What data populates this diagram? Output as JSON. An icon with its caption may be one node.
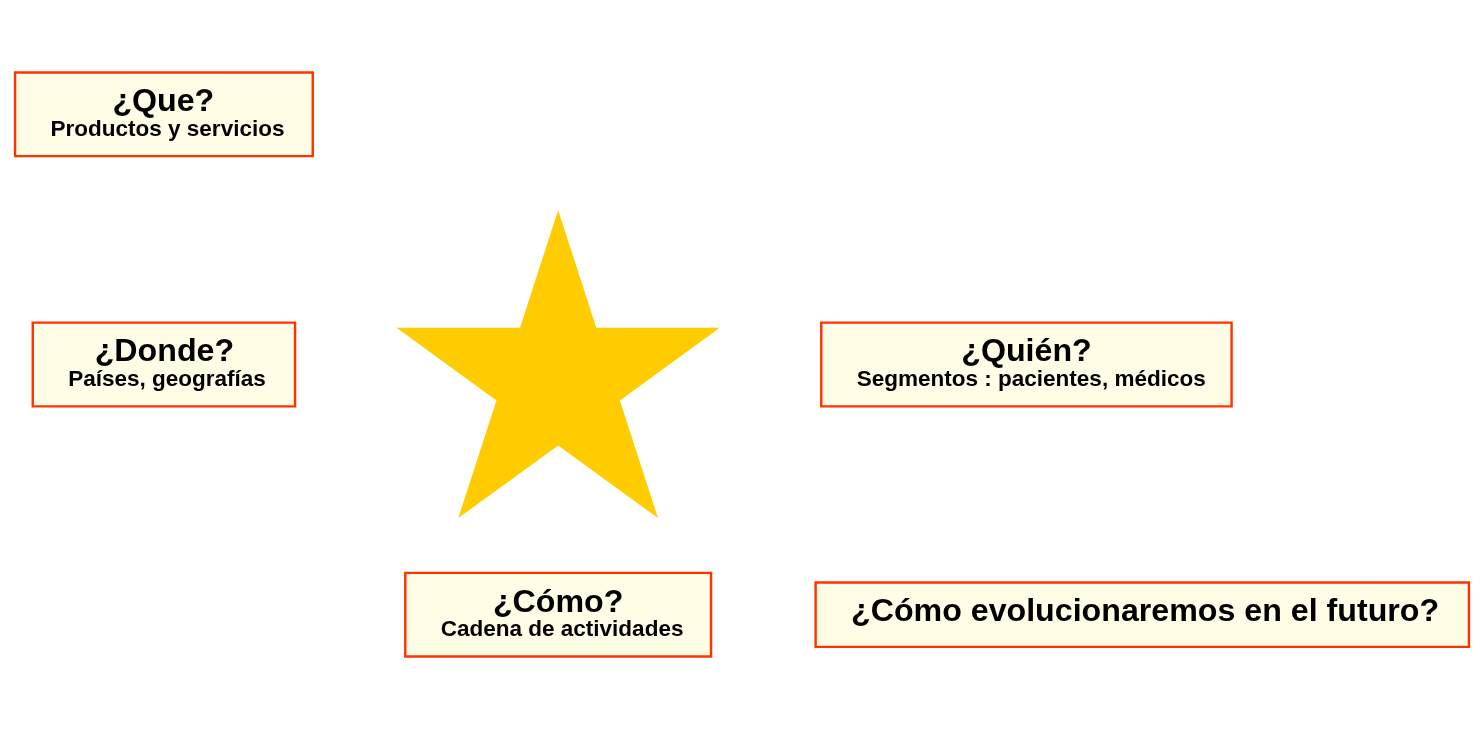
{
  "diagram": {
    "nodes": [
      {
        "text": [
          "¿Que?",
          "Productos y servicios"
        ]
      },
      {
        "text": [
          "¿Donde?",
          "Países, geografías"
        ]
      },
      {
        "text": [],
        "shape": "star"
      },
      {
        "text": [
          "¿Quién?",
          "Segmentos : pacientes, médicos"
        ]
      },
      {
        "text": [
          "¿Cómo?",
          "Cadena de actividades"
        ]
      },
      {
        "text": [
          "¿Cómo evolucionaremos en el futuro?"
        ]
      }
    ]
  }
}
